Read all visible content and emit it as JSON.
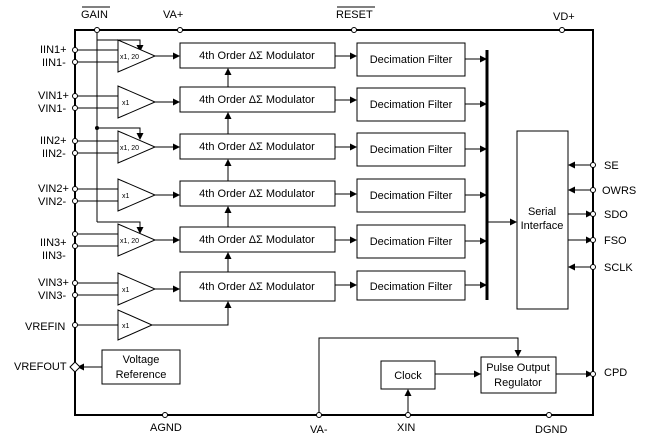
{
  "pins": {
    "gain": "GAIN",
    "va_plus": "VA+",
    "reset": "RESET",
    "vd_plus": "VD+",
    "iin1_p": "IIN1+",
    "iin1_n": "IIN1-",
    "vin1_p": "VIN1+",
    "vin1_n": "VIN1-",
    "iin2_p": "IIN2+",
    "iin2_n": "IIN2-",
    "vin2_p": "VIN2+",
    "vin2_n": "VIN2-",
    "iin3_p": "IIN3+",
    "iin3_n": "IIN3-",
    "vin3_p": "VIN3+",
    "vin3_n": "VIN3-",
    "vrefin": "VREFIN",
    "vrefout": "VREFOUT",
    "agnd": "AGND",
    "va_minus": "VA-",
    "xin": "XIN",
    "dgnd": "DGND",
    "se": "SE",
    "owrs": "OWRS",
    "sdo": "SDO",
    "fso": "FSO",
    "sclk": "SCLK",
    "cpd": "CPD"
  },
  "blocks": {
    "modulator": "4th Order ΔΣ Modulator",
    "decimation": "Decimation Filter",
    "serial_line1": "Serial",
    "serial_line2": "Interface",
    "vref_line1": "Voltage",
    "vref_line2": "Reference",
    "clock": "Clock",
    "pulse_line1": "Pulse Output",
    "pulse_line2": "Regulator"
  },
  "amps": {
    "current_gain": "x1, 20",
    "voltage_gain": "x1"
  }
}
